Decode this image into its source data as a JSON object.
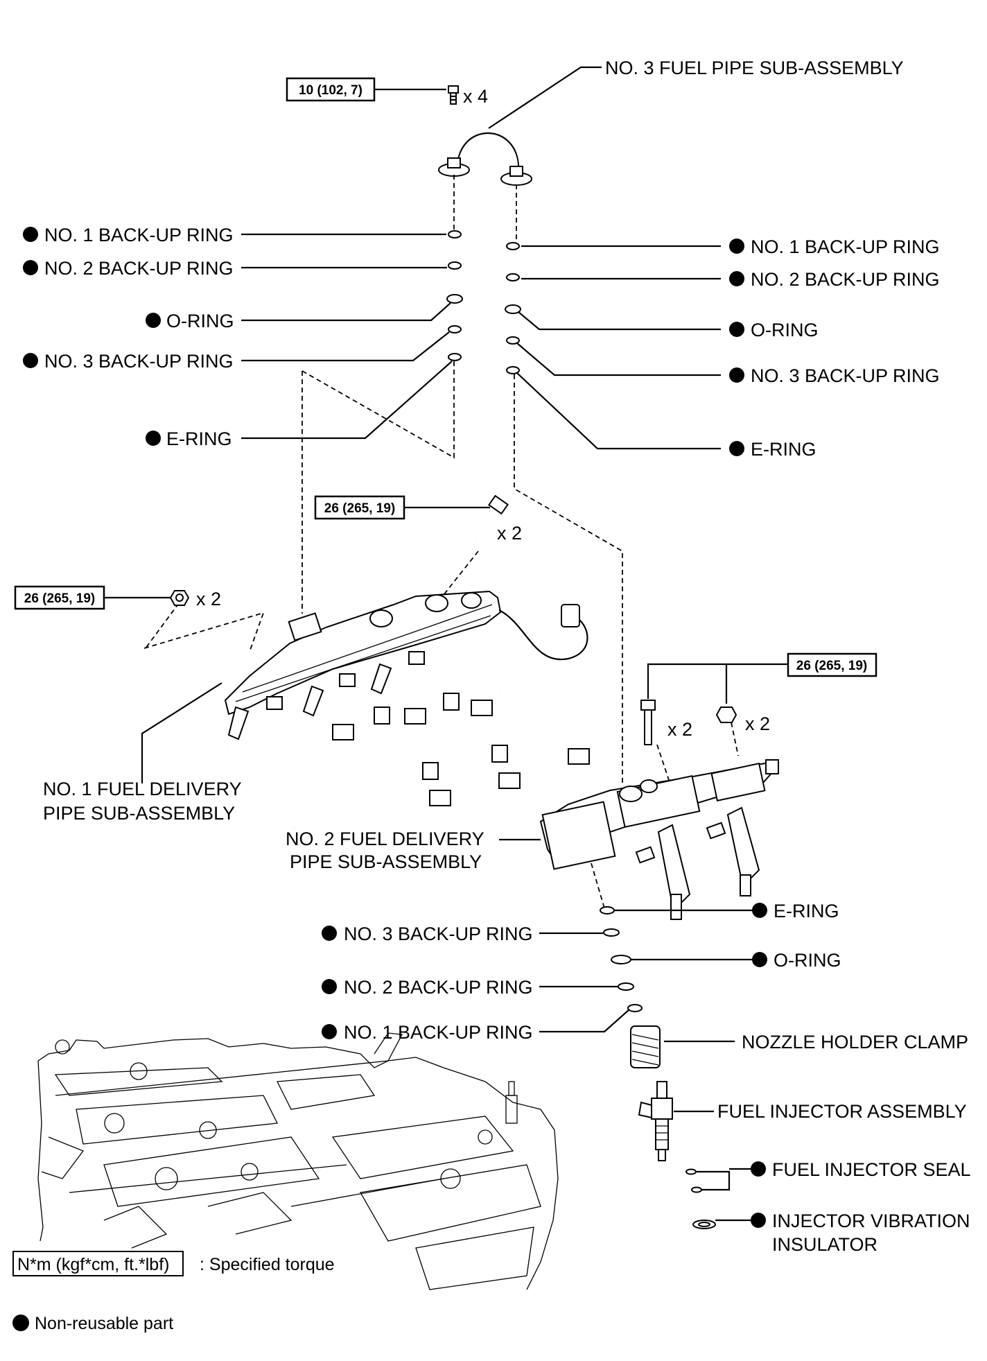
{
  "labels": {
    "fuel_pipe_no3": "NO. 3 FUEL PIPE SUB-ASSEMBLY",
    "l_backup1": "NO. 1 BACK-UP RING",
    "l_backup2": "NO. 2 BACK-UP RING",
    "l_oring": "O-RING",
    "l_backup3": "NO. 3 BACK-UP RING",
    "l_ering": "E-RING",
    "r_backup1": "NO. 1 BACK-UP RING",
    "r_backup2": "NO. 2 BACK-UP RING",
    "r_oring": "O-RING",
    "r_backup3": "NO. 3 BACK-UP RING",
    "r_ering": "E-RING",
    "delivery1_line1": "NO. 1 FUEL DELIVERY",
    "delivery1_line2": "PIPE SUB-ASSEMBLY",
    "delivery2_line1": "NO. 2 FUEL DELIVERY",
    "delivery2_line2": "PIPE SUB-ASSEMBLY",
    "b_ering": "E-RING",
    "b_backup3": "NO. 3 BACK-UP RING",
    "b_oring": "O-RING",
    "b_backup2": "NO. 2 BACK-UP RING",
    "b_backup1": "NO. 1 BACK-UP RING",
    "nozzle_clamp": "NOZZLE HOLDER CLAMP",
    "injector_assembly": "FUEL INJECTOR ASSEMBLY",
    "injector_seal": "FUEL INJECTOR SEAL",
    "vib_insulator_line1": "INJECTOR VIBRATION",
    "vib_insulator_line2": "INSULATOR"
  },
  "torques": {
    "t1": "10 (102, 7)",
    "t2": "26 (265, 19)",
    "t3": "26 (265, 19)",
    "t4": "26 (265, 19)"
  },
  "multipliers": {
    "m1": "x 4",
    "m2": "x 2",
    "m3": "x 2",
    "m4": "x 2",
    "m5": "x 2"
  },
  "legend": {
    "torque_box": "N*m (kgf*cm, ft.*lbf)",
    "torque_desc": ": Specified torque",
    "non_reusable": "Non-reusable part"
  },
  "colors": {
    "ink": "#000000",
    "background": "#ffffff"
  }
}
